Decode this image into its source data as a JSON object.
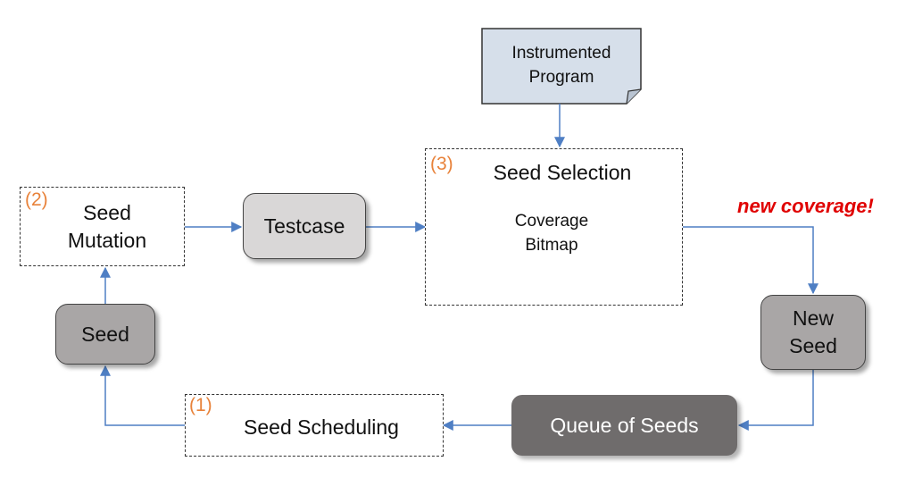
{
  "nodes": {
    "instrumented_program": "Instrumented\nProgram",
    "seed_selection": {
      "number": "(3)",
      "label": "Seed Selection"
    },
    "coverage_bitmap": "Coverage\nBitmap",
    "seed_mutation": {
      "number": "(2)",
      "label": "Seed\nMutation"
    },
    "testcase": "Testcase",
    "seed": "Seed",
    "new_seed": "New\nSeed",
    "queue_of_seeds": "Queue of Seeds",
    "seed_scheduling": {
      "number": "(1)",
      "label": "Seed Scheduling"
    }
  },
  "annotations": {
    "new_coverage": "new coverage!"
  },
  "colors": {
    "arrow": "#4f7fc4",
    "step_number": "#e8823a",
    "new_coverage": "#e00000",
    "program_fill": "#d6dfea",
    "bitmap_fill": "#e3f1d9"
  }
}
